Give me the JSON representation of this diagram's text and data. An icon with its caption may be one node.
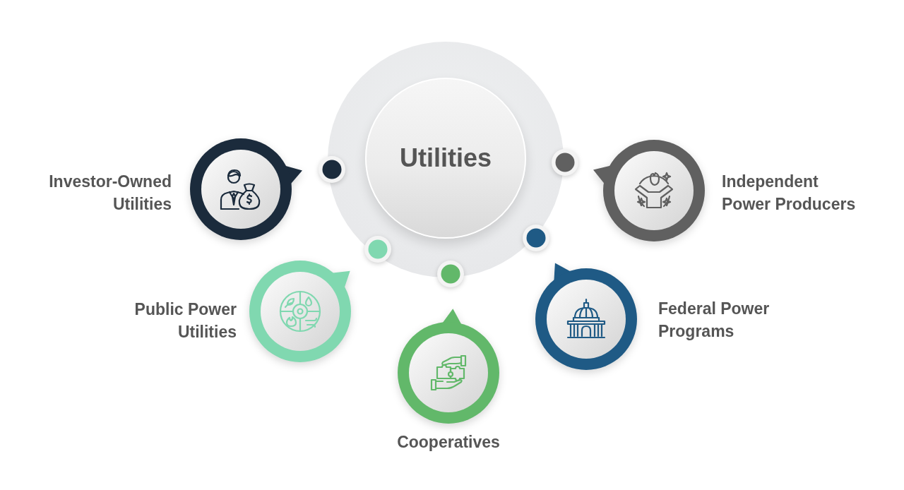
{
  "diagram": {
    "nodes": [
      {
        "text": [
          "Utilities"
        ]
      },
      {
        "text": [
          "Investor-Owned Utilities"
        ]
      },
      {
        "text": [
          "Independent Power Producers"
        ]
      },
      {
        "text": [
          "Public Power Utilities"
        ]
      },
      {
        "text": [
          "Federal Power Programs"
        ]
      },
      {
        "text": [
          "Cooperatives"
        ]
      }
    ]
  }
}
